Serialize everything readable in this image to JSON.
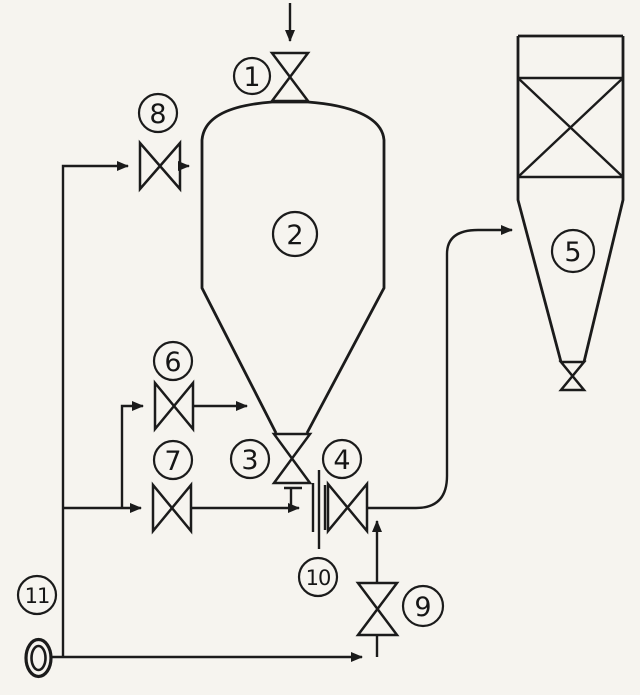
{
  "diagram": {
    "type": "process-flow-diagram",
    "description": "Blow tank pneumatic conveying system with cyclone separator, numbered valves and blower",
    "background_color": "#f6f4ef",
    "line_color": "#1b1b1b",
    "labels": [
      {
        "text": "1"
      },
      {
        "text": "2"
      },
      {
        "text": "3"
      },
      {
        "text": "4"
      },
      {
        "text": "5"
      },
      {
        "text": "6"
      },
      {
        "text": "7"
      },
      {
        "text": "8"
      },
      {
        "text": "9"
      },
      {
        "text": "10"
      },
      {
        "text": "11"
      }
    ],
    "components": [
      {
        "label": "1",
        "name": "top-inlet-valve"
      },
      {
        "label": "2",
        "name": "blow-tank-vessel"
      },
      {
        "label": "3",
        "name": "bottom-discharge-valve"
      },
      {
        "label": "4",
        "name": "conveying-line-valve"
      },
      {
        "label": "5",
        "name": "cyclone-receiver"
      },
      {
        "label": "6",
        "name": "upper-aeration-valve"
      },
      {
        "label": "7",
        "name": "lower-aeration-valve"
      },
      {
        "label": "8",
        "name": "vessel-pressurizing-valve"
      },
      {
        "label": "9",
        "name": "supplementary-air-valve"
      },
      {
        "label": "10",
        "name": "flexible-connector"
      },
      {
        "label": "11",
        "name": "air-blower"
      }
    ]
  }
}
